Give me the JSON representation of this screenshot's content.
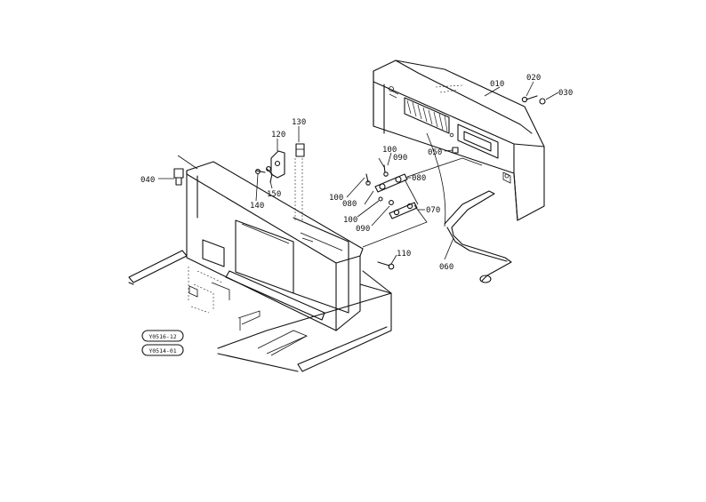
{
  "callouts": {
    "c010": "010",
    "c020": "020",
    "c030": "030",
    "c040": "040",
    "c050": "050",
    "c060": "060",
    "c070": "070",
    "c080a": "080",
    "c080b": "080",
    "c090a": "090",
    "c090b": "090",
    "c100a": "100",
    "c100b": "100",
    "c100c": "100",
    "c110": "110",
    "c120": "120",
    "c130": "130",
    "c140": "140",
    "c150": "150"
  },
  "stamps": {
    "top": "Y0516-12",
    "bottom": "Y0514-01"
  }
}
